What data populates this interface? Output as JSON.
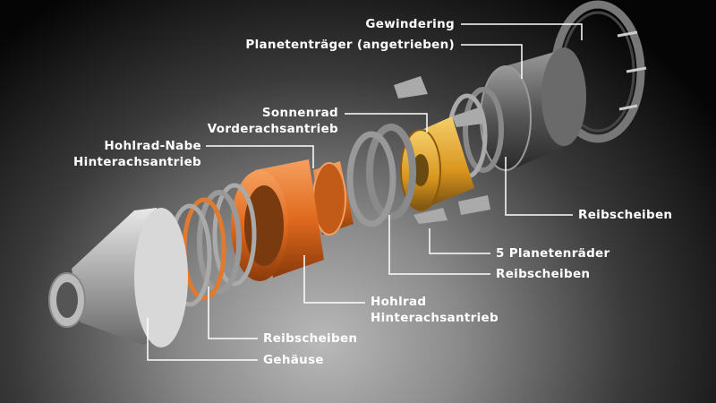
{
  "labels": {
    "gewindering": "Gewindering",
    "planetentraeger": "Planetenträger (angetrieben)",
    "sonnenrad_1": "Sonnenrad",
    "sonnenrad_2": "Vorderachsantrieb",
    "hohlrad_nabe_1": "Hohlrad-Nabe",
    "hohlrad_nabe_2": "Hinterachsantrieb",
    "reibscheiben_right": "Reibscheiben",
    "planetenraeder": "5 Planetenräder",
    "reibscheiben_mid": "Reibscheiben",
    "hohlrad_1": "Hohlrad",
    "hohlrad_2": "Hinterachsantrieb",
    "reibscheiben_left": "Reibscheiben",
    "gehaeuse": "Gehäuse"
  },
  "colors": {
    "orange": "#e8762a",
    "gold": "#e0a52a",
    "silver": "#c8c8c8"
  }
}
